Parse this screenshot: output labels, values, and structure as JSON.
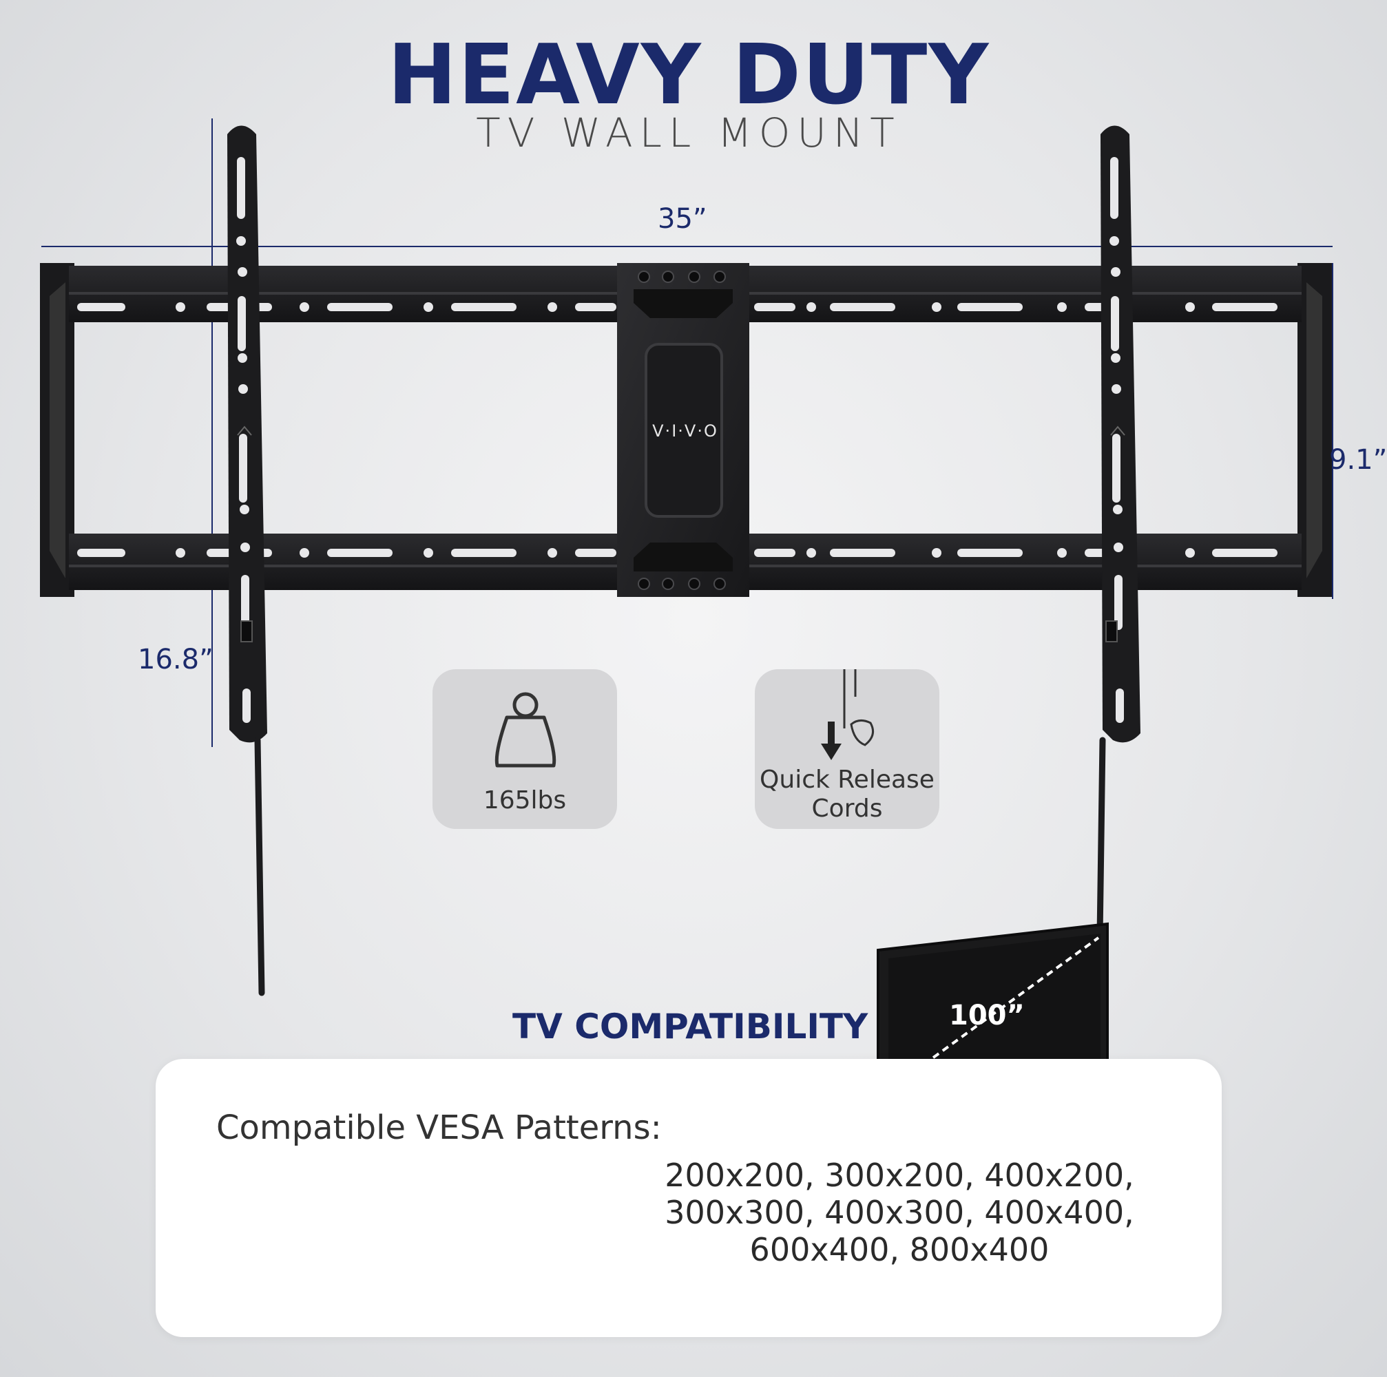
{
  "header": {
    "title": "HEAVY DUTY",
    "subtitle": "TV WALL MOUNT"
  },
  "dimensions": {
    "width": "35”",
    "height": "16.8”",
    "depth": "9.1”"
  },
  "brand": {
    "logo_text": "V·I·V·O"
  },
  "features": {
    "weight_capacity": "165lbs",
    "quick_release": "Quick Release\nCords"
  },
  "compatibility": {
    "heading": "TV COMPATIBILITY",
    "max_tv_size": "100”",
    "vesa_heading": "Compatible VESA Patterns:",
    "vesa_patterns": [
      "200x200, 300x200, 400x200,",
      "300x300, 400x300, 400x400,",
      "600x400, 800x400"
    ]
  },
  "colors": {
    "title_navy": "#1b2a6b",
    "card_gray": "#d6d6d8",
    "mount_black": "#1e1e20"
  }
}
